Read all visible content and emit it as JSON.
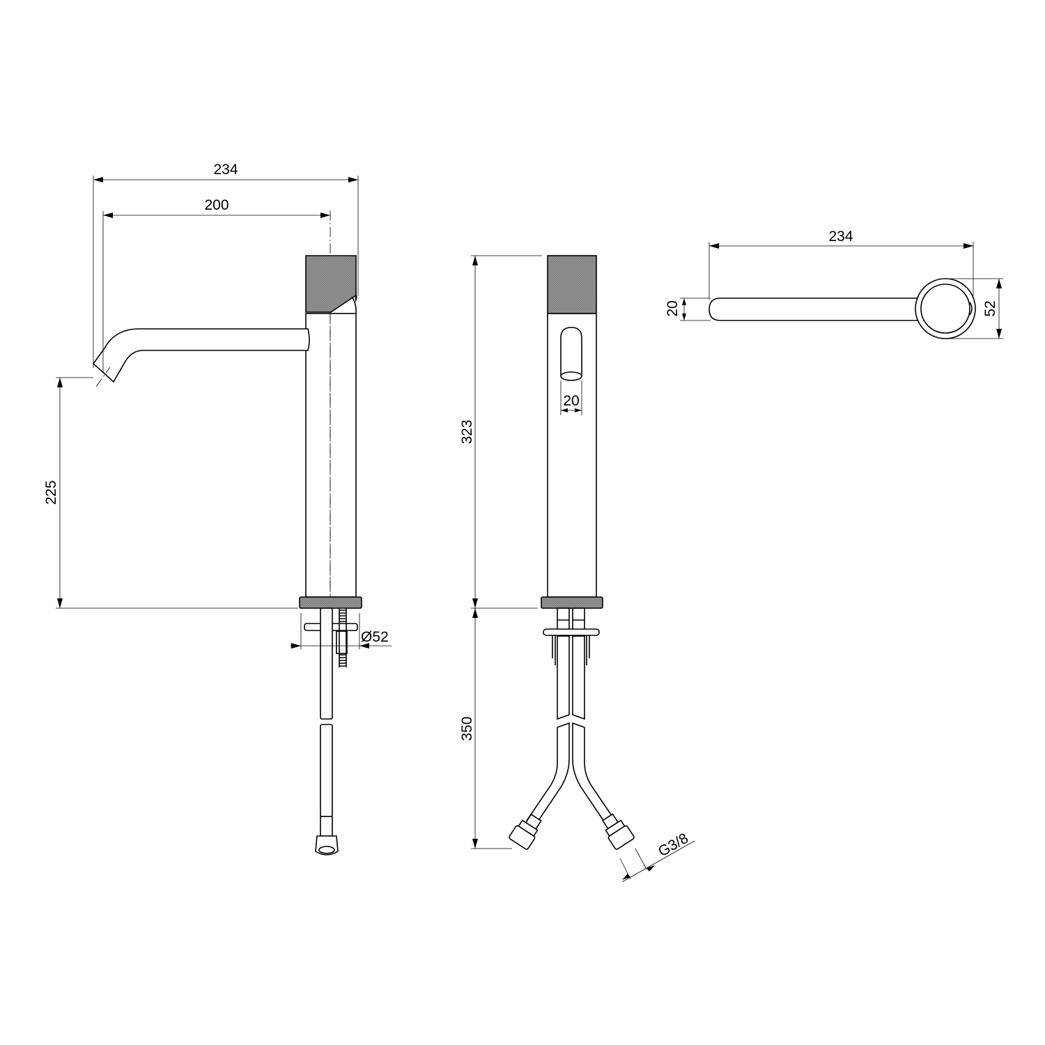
{
  "title": "Tall basin mixer - dimensional drawing",
  "side_view": {
    "overall_length": "234",
    "spout_reach": "200",
    "spout_height": "225",
    "base_diameter": "Ø52"
  },
  "front_view": {
    "body_height": "323",
    "hose_length": "350",
    "outlet_width": "20",
    "connection_thread": "G3/8"
  },
  "top_view": {
    "overall_length": "234",
    "spout_width": "20",
    "body_diameter": "52"
  },
  "colors": {
    "line": "#000000",
    "knurl": "#8a8a8a",
    "background": "#ffffff"
  }
}
